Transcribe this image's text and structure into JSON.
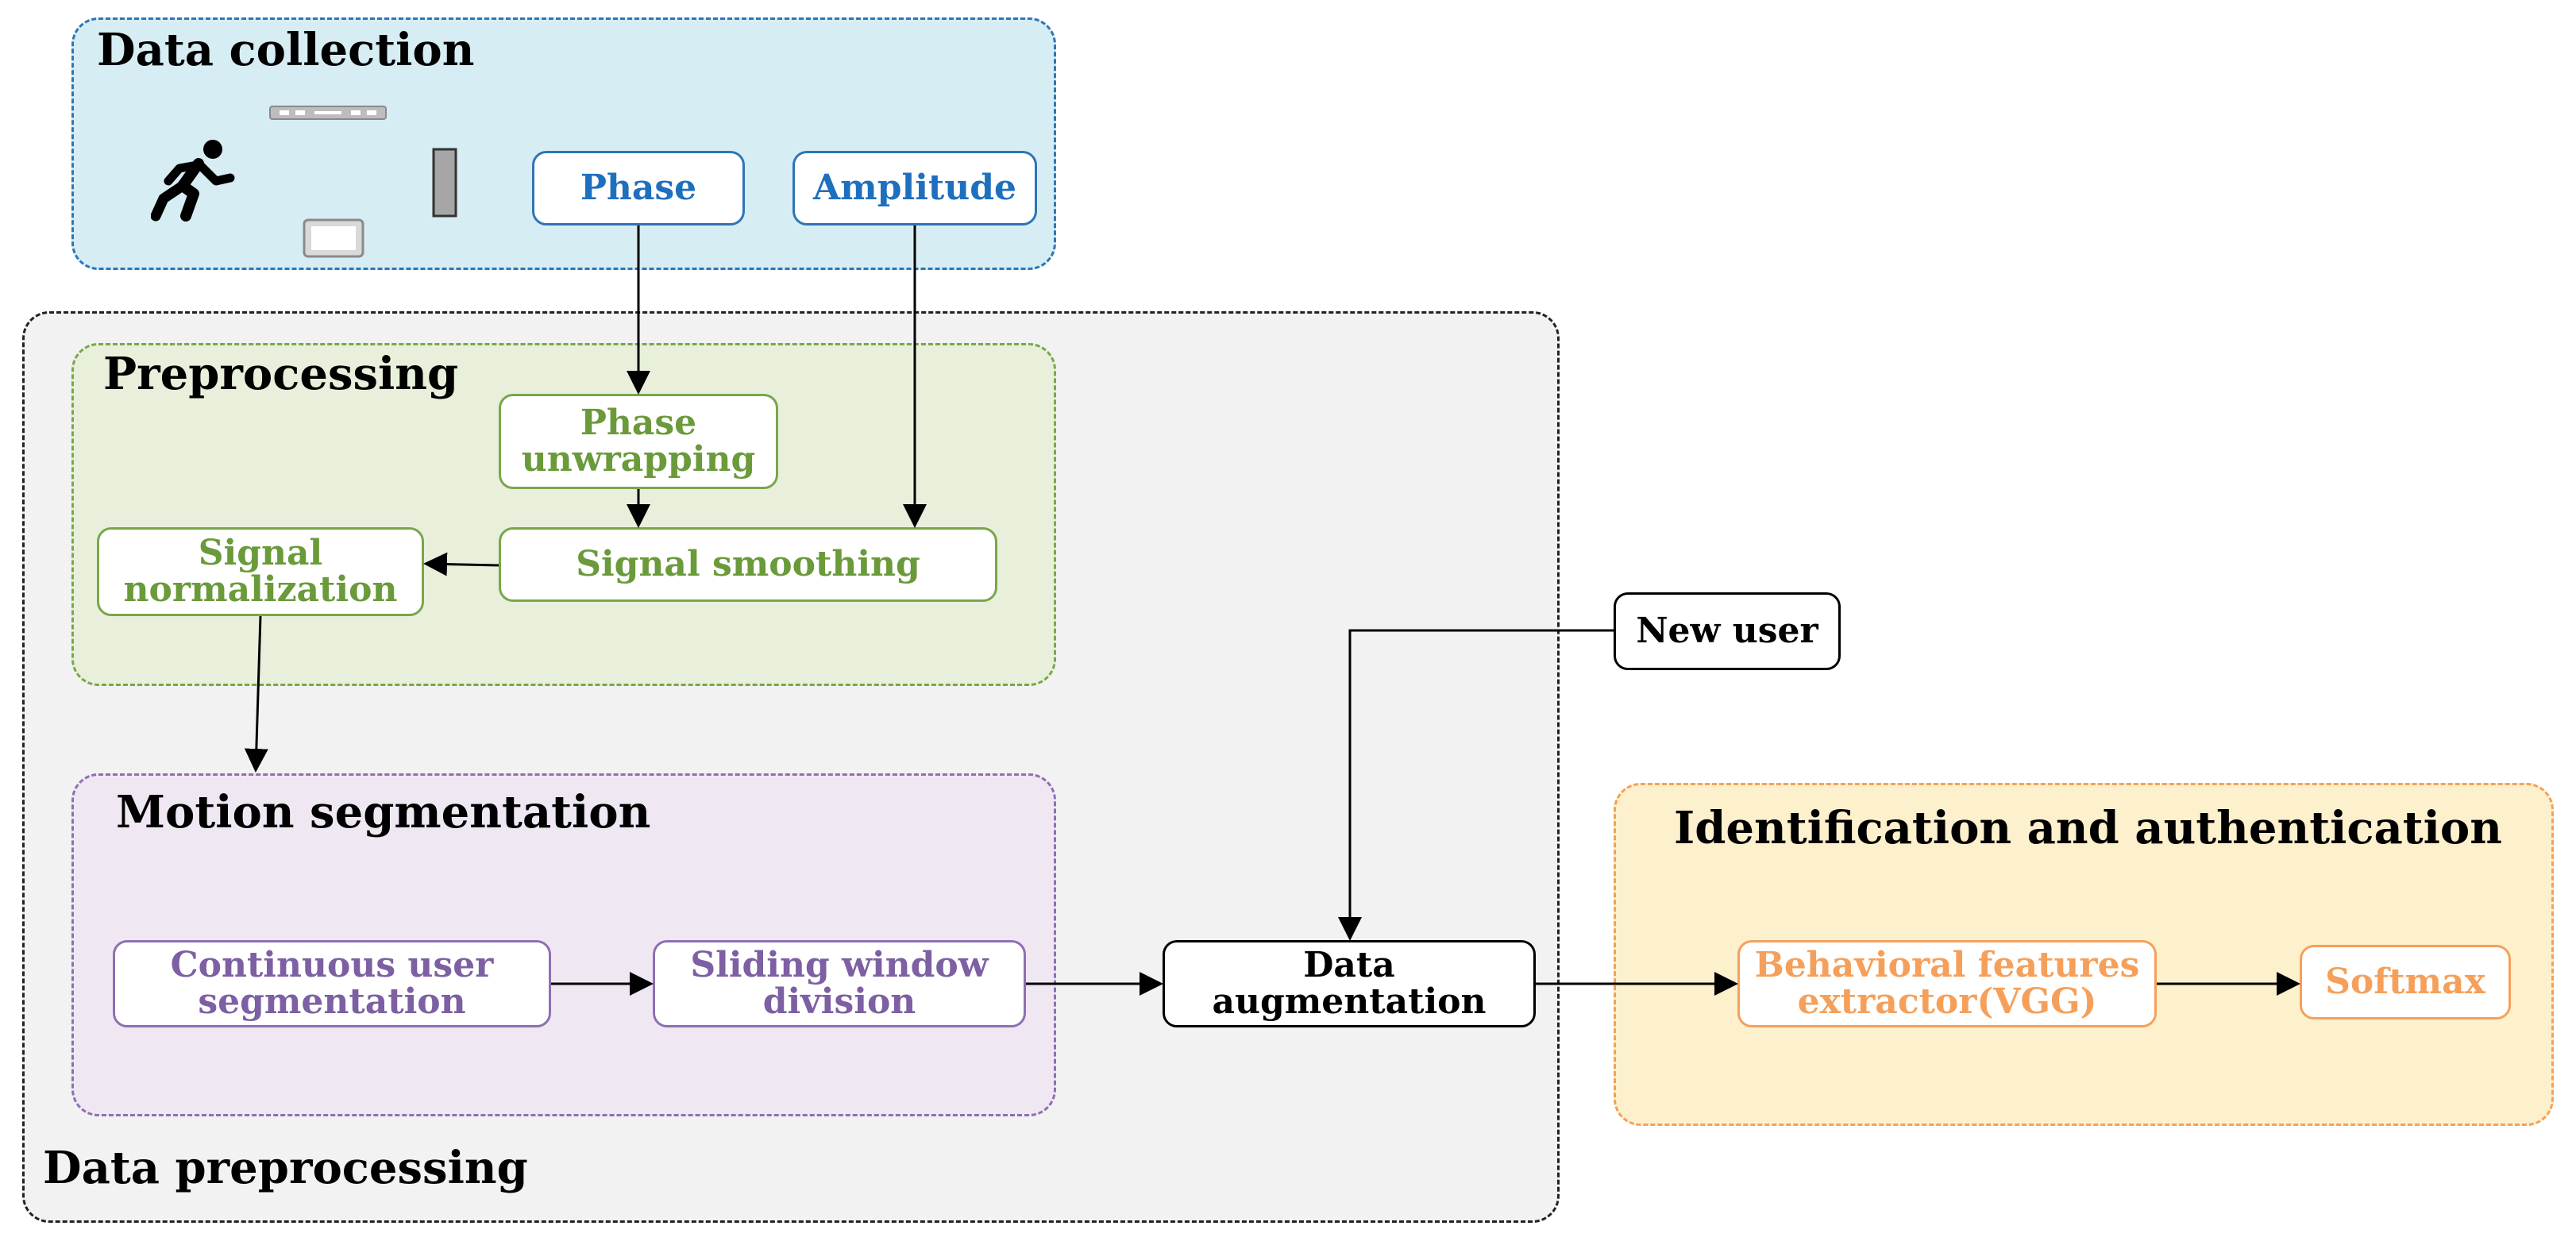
{
  "colors": {
    "blue": "#1f6fbf",
    "green": "#6a9a3a",
    "purple": "#7d5fa3",
    "orange": "#f5a05a",
    "black": "#000000"
  },
  "groups": {
    "data_collection": "Data collection",
    "data_preprocessing": "Data preprocessing",
    "preprocessing": "Preprocessing",
    "motion_segmentation": "Motion segmentation",
    "identification": "Identification and authentication"
  },
  "nodes": {
    "phase": "Phase",
    "amplitude": "Amplitude",
    "phase_unwrapping": "Phase\nunwrapping",
    "signal_smoothing": "Signal smoothing",
    "signal_normalization": "Signal\nnormalization",
    "new_user": "New user",
    "continuous_user_segmentation": "Continuous user\nsegmentation",
    "sliding_window_division": "Sliding window\ndivision",
    "data_augmentation": "Data\naugmentation",
    "behavioral_features_extractor": "Behavioral features\nextractor(VGG)",
    "softmax": "Softmax"
  },
  "icons": [
    "running-person-icon",
    "wifi-router-icon",
    "antenna-icon",
    "laptop-icon"
  ]
}
